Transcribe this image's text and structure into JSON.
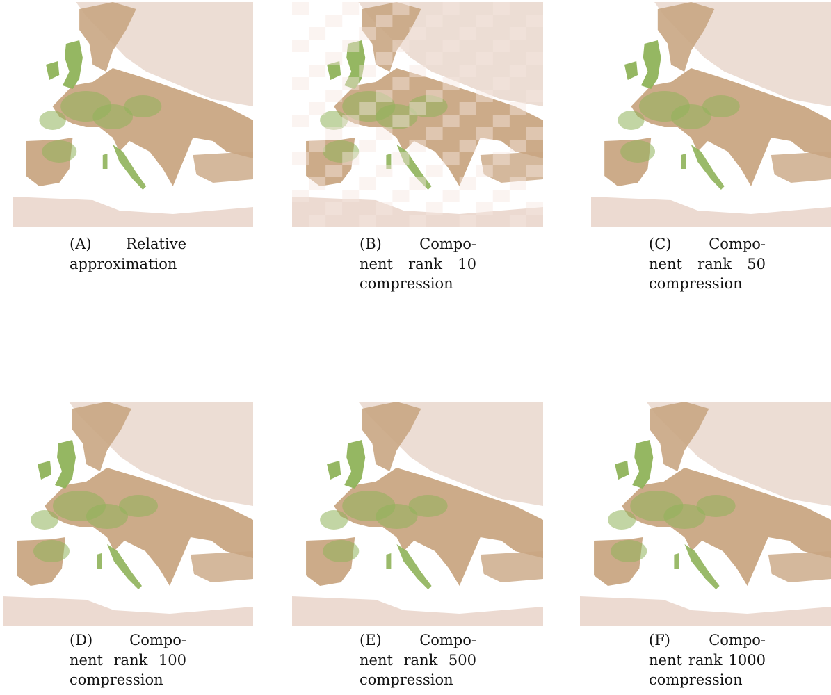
{
  "figure": {
    "panels": [
      {
        "id": "A",
        "caption_lines": [
          "(A) Relative",
          "approximation"
        ],
        "variant": "full"
      },
      {
        "id": "B",
        "caption_lines": [
          "(B) Compo-",
          "nent rank 10",
          "compression"
        ],
        "variant": "blocky"
      },
      {
        "id": "C",
        "caption_lines": [
          "(C) Compo-",
          "nent rank 50",
          "compression"
        ],
        "variant": "medium"
      },
      {
        "id": "D",
        "caption_lines": [
          "(D) Compo-",
          "nent rank 100",
          "compression"
        ],
        "variant": "fine"
      },
      {
        "id": "E",
        "caption_lines": [
          "(E) Compo-",
          "nent rank 500",
          "compression"
        ],
        "variant": "finer"
      },
      {
        "id": "F",
        "caption_lines": [
          "(F) Compo-",
          "nent rank 1000",
          "compression"
        ],
        "variant": "finest"
      }
    ],
    "colors": {
      "land_green": "#8fb35a",
      "land_tan": "#c9a683",
      "sea": "#ffffff",
      "north_pale": "#e9d7cc",
      "sahara": "#ead6cc"
    }
  }
}
